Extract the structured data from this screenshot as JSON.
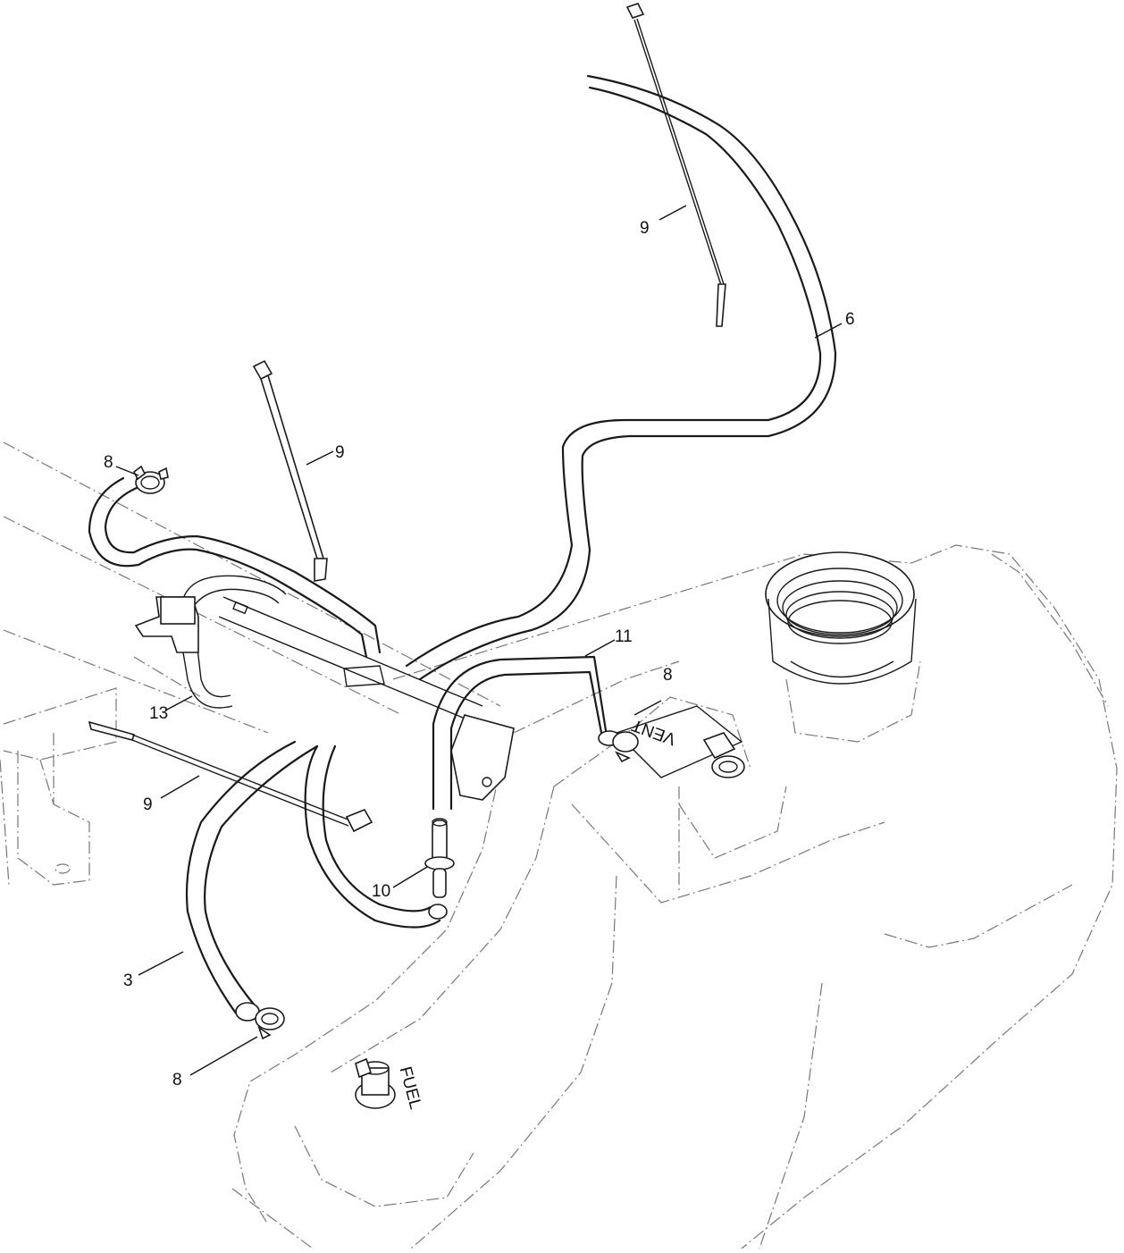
{
  "callouts": [
    {
      "label": "9"
    },
    {
      "label": "6"
    },
    {
      "label": "9"
    },
    {
      "label": "8"
    },
    {
      "label": "11"
    },
    {
      "label": "8"
    },
    {
      "label": "13"
    },
    {
      "label": "9"
    },
    {
      "label": "10"
    },
    {
      "label": "3"
    },
    {
      "label": "8"
    }
  ],
  "tank_labels": {
    "vent": "VENT",
    "fuel": "FUEL"
  }
}
